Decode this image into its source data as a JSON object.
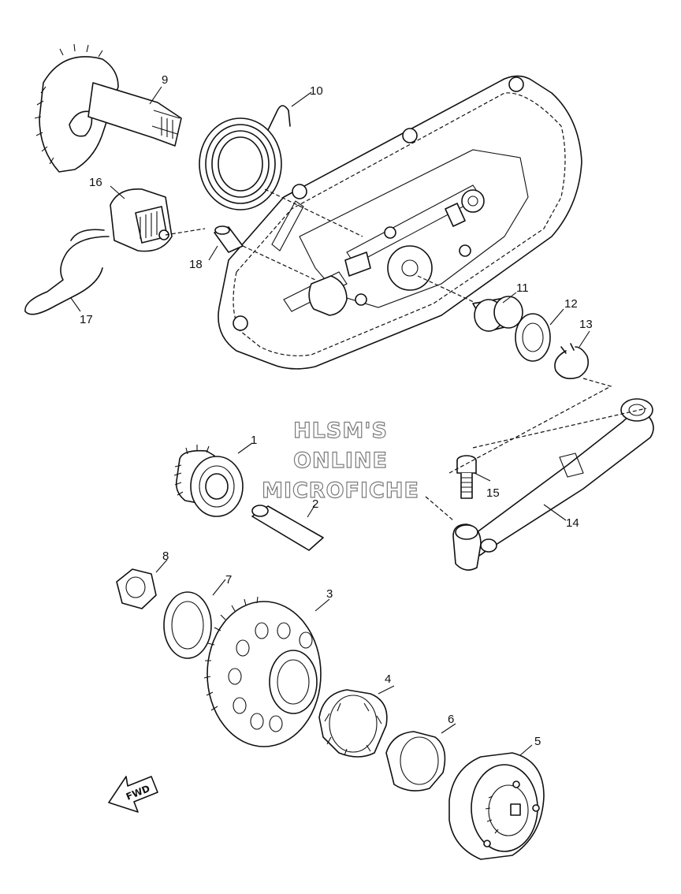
{
  "watermark": {
    "line1": "HLSM'S",
    "line2": "ONLINE",
    "line3": "MICROFICHE"
  },
  "direction_label": "FWD",
  "callouts": [
    {
      "id": "1",
      "label": "1"
    },
    {
      "id": "2",
      "label": "2"
    },
    {
      "id": "3",
      "label": "3"
    },
    {
      "id": "4",
      "label": "4"
    },
    {
      "id": "5",
      "label": "5"
    },
    {
      "id": "6",
      "label": "6"
    },
    {
      "id": "7",
      "label": "7"
    },
    {
      "id": "8",
      "label": "8"
    },
    {
      "id": "9",
      "label": "9"
    },
    {
      "id": "10",
      "label": "10"
    },
    {
      "id": "11",
      "label": "11"
    },
    {
      "id": "12",
      "label": "12"
    },
    {
      "id": "13",
      "label": "13"
    },
    {
      "id": "14",
      "label": "14"
    },
    {
      "id": "15",
      "label": "15"
    },
    {
      "id": "16",
      "label": "16"
    },
    {
      "id": "17",
      "label": "17"
    },
    {
      "id": "18",
      "label": "18"
    }
  ]
}
